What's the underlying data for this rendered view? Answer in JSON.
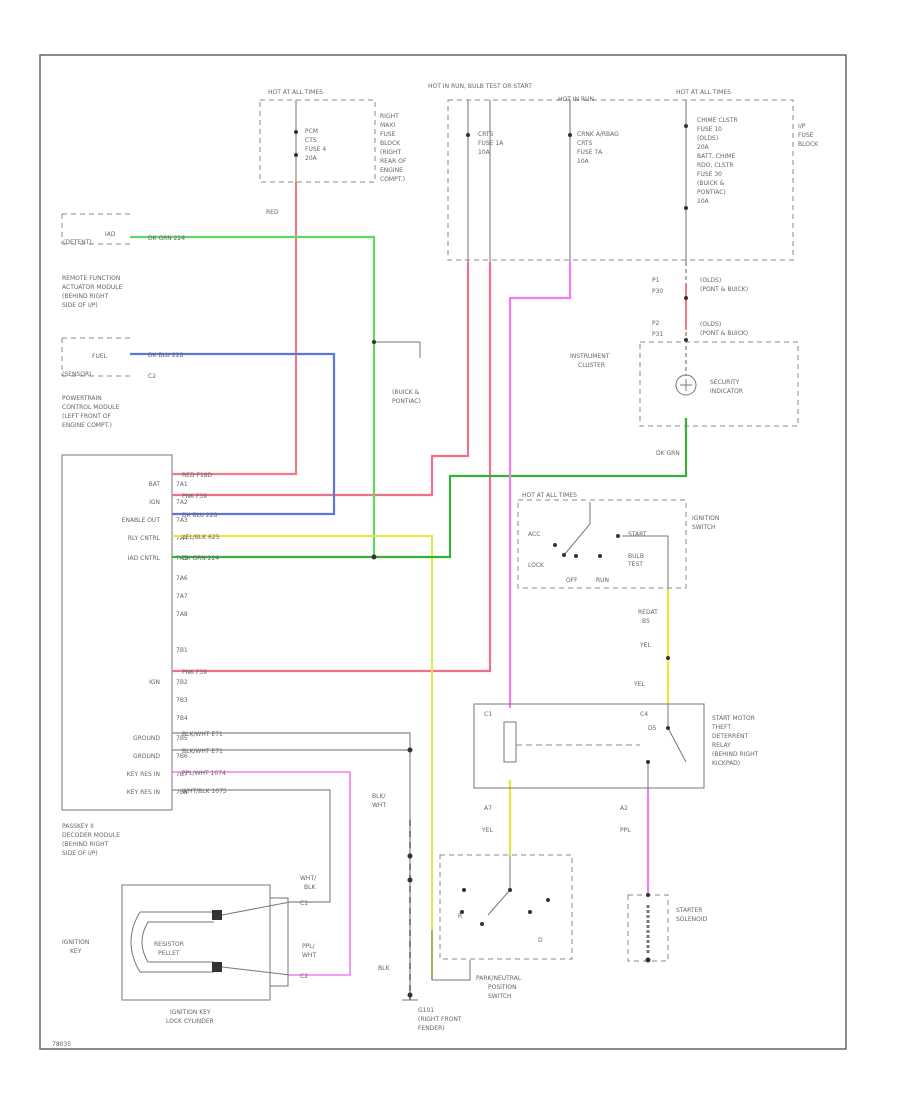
{
  "colors": {
    "red": "#f07a86",
    "green": "#62d862",
    "blue": "#5c78d8",
    "pink": "#f07ef0",
    "yellow": "#e6e640",
    "darkgreen": "#38b038",
    "gray": "#888888"
  },
  "labels": {
    "hot1": "HOT AT ALL TIMES",
    "fuse1": [
      "PCM",
      "CTS",
      "FUSE 4",
      "20A"
    ],
    "fuse1_note": [
      "RIGHT",
      "MAXI",
      "FUSE",
      "BLOCK",
      "(RIGHT",
      "REAR OF",
      "ENGINE",
      "COMPT.)"
    ],
    "hot2": "HOT IN RUN, BULB TEST OR START",
    "hot3": "HOT IN RUN",
    "hot4": "HOT AT ALL TIMES",
    "fuse2": [
      "CRTS",
      "FUSE 1A",
      "10A"
    ],
    "fuse3": [
      "CRNK A/RBAG",
      "CRTS",
      "FUSE 7A",
      "10A"
    ],
    "fuse4": [
      "CHIME CLSTR",
      "FUSE 10",
      "(OLDS)",
      "20A",
      "BATT, CHIME",
      "RDO, CLSTR",
      "FUSE 30",
      "(BUICK &",
      "PONTIAC)",
      "10A"
    ],
    "ip_fuse": [
      "I/P",
      "FUSE",
      "BLOCK"
    ],
    "red_wire": "RED",
    "iad": [
      "IAD",
      "(DETENT)"
    ],
    "remote": [
      "REMOTE FUNCTION",
      "ACTUATOR MODULE",
      "(BEHIND RIGHT",
      "SIDE OF I/P)"
    ],
    "fuel": [
      "FUEL",
      "(SENSOR)"
    ],
    "c2": "C2",
    "buick": [
      "(BUICK &",
      "PONTIAC)"
    ],
    "pcm": [
      "POWERTRAIN",
      "CONTROL MODULE",
      "(LEFT FRONT OF",
      "ENGINE COMPT.)"
    ],
    "pcm_pins": [
      "BAT",
      "IGN",
      "ENABLE OUT",
      "RLY CNTRL",
      "IAD CNTRL",
      "",
      "",
      "",
      "",
      "IGN",
      "",
      "",
      "GROUND",
      "GROUND",
      "KEY RES IN",
      "KEY RES IN"
    ],
    "pcm_pin_nums": [
      "7A1",
      "7A2",
      "7A3",
      "7A4",
      "7A5",
      "7A6",
      "7A7",
      "7A8",
      "7B1",
      "7B2",
      "7B3",
      "7B4",
      "7B5",
      "7B6",
      "7B7",
      "7B8"
    ],
    "w_bat": "RED   F18D",
    "w_ign": "PNK   F39",
    "w_enable": "DK BLU   228",
    "w_rly": "YEL/BLK   625",
    "w_iad": "DK GRN   224",
    "w_ign2": "PNK   F39",
    "w_gnd1": "BLK/WHT   E71",
    "w_gnd2": "BLK/WHT   E71",
    "w_key1": "PPL/WHT   1074",
    "w_key2": "WHT/BLK   1075",
    "w_iad_top": "DK GRN   224",
    "w_fuel": "DK BLU   228",
    "pin_p1": "P1",
    "pin_p2": "P2",
    "olds1": [
      "(OLDS)",
      "(PONT & BUICK)"
    ],
    "olds2": [
      "(OLDS)",
      "(PONT & BUICK)"
    ],
    "p30": "P30",
    "p31": "P31",
    "cluster": [
      "INSTRUMENT",
      "CLUSTER"
    ],
    "security": [
      "SECURITY",
      "INDICATOR"
    ],
    "dk_grn": "DK GRN",
    "hot_ign": "HOT AT ALL TIMES",
    "ign_switch": [
      "IGNITION",
      "SWITCH"
    ],
    "acc": "ACC",
    "start": "START",
    "lock": "LOCK",
    "bulb": [
      "BULB",
      "TEST"
    ],
    "off": "OFF",
    "run": "RUN",
    "yel1": "YEL",
    "yel2": "YEL",
    "yel3": "YEL",
    "relay": [
      "START MOTOR",
      "THEFT",
      "DETERRENT",
      "RELAY",
      "(BEHIND RIGHT",
      "KICKPAD)"
    ],
    "passkey": [
      "PASSKEY II",
      "DECODER MODULE",
      "(BEHIND RIGHT",
      "SIDE OF I/P)"
    ],
    "blk_wht": [
      "BLK/",
      "WHT"
    ],
    "wht_blk": [
      "WHT/",
      "BLK"
    ],
    "ppl_wht": [
      "PPL/",
      "WHT"
    ],
    "blk": "BLK",
    "ign_key": [
      "IGNITION",
      "KEY"
    ],
    "resistor": [
      "RESISTOR",
      "PELLET"
    ],
    "lock_cyl": [
      "IGNITION KEY",
      "LOCK CYLINDER"
    ],
    "g101": [
      "G101",
      "(RIGHT FRONT",
      "FENDER)"
    ],
    "park": [
      "PARK/NEUTRAL",
      "POSITION",
      "SWITCH"
    ],
    "starter": [
      "STARTER",
      "SOLENOID"
    ],
    "ppl": "PPL",
    "code": "78035"
  }
}
